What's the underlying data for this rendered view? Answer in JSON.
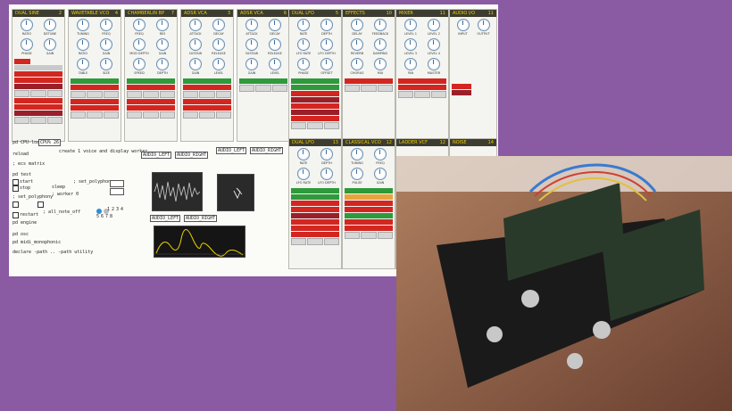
{
  "top_panels": [
    {
      "title": "DUAL SINE",
      "num": "2",
      "knobs": [
        "RATIO",
        "DETUNE",
        "PHASE",
        "GAIN"
      ]
    },
    {
      "title": "WAVETABLE VCO",
      "num": "4",
      "knobs": [
        "TUNING",
        "FREQ",
        "RATIO",
        "GAIN",
        "TABLE",
        "SIZE"
      ]
    },
    {
      "title": "CHAMBERLIN BP",
      "num": "7",
      "knobs": [
        "FREQ",
        "RES",
        "MOD DEPTH",
        "GAIN",
        "SPEED",
        "DEPTH"
      ]
    },
    {
      "title": "ADSR VCA",
      "num": "3",
      "knobs": [
        "ATTACK",
        "DECAY",
        "SUSTAIN",
        "RELEASE",
        "GAIN",
        "LEVEL"
      ]
    },
    {
      "title": "ADSR VCA",
      "num": "6",
      "knobs": [
        "ATTACK",
        "DECAY",
        "SUSTAIN",
        "RELEASE",
        "GAIN",
        "LEVEL"
      ]
    },
    {
      "title": "DUAL LFO",
      "num": "5",
      "knobs": [
        "RATE",
        "DEPTH",
        "LFO RATE",
        "LFO DEPTH",
        "PHASE",
        "OFFSET"
      ]
    },
    {
      "title": "EFFECTS",
      "num": "10",
      "knobs": [
        "DELAY",
        "FEEDBACK",
        "REVERB",
        "DAMPING",
        "CHORUS",
        "MIX"
      ]
    },
    {
      "title": "MIXER",
      "num": "11",
      "knobs": [
        "LEVEL 1",
        "LEVEL 2",
        "LEVEL 3",
        "LEVEL 4",
        "PAN",
        "MASTER"
      ]
    },
    {
      "title": "AUDIO I/O",
      "num": "11",
      "knobs": [
        "INPUT",
        "OUTPUT"
      ]
    }
  ],
  "bottom_panels": [
    {
      "title": "DUAL LFO",
      "num": "13",
      "knobs": [
        "RATE",
        "DEPTH",
        "LFO RATE",
        "LFO DEPTH"
      ]
    },
    {
      "title": "CLASSICAL VCO",
      "num": "12",
      "knobs": [
        "TUNING",
        "FREQ",
        "PULSE",
        "GAIN"
      ]
    },
    {
      "title": "LADDER VCF",
      "num": "12",
      "knobs": []
    },
    {
      "title": "NOISE",
      "num": "14",
      "knobs": []
    }
  ],
  "patch": {
    "cpu_load": "pd CPU-load",
    "cpu_value": "CPU% 26",
    "reload": "reload",
    "ecs_matrix": "; ecs matrix",
    "test": "pd test",
    "start": "start",
    "stop": "stop",
    "set_polyphony": "; set_polyphony",
    "restart": "restart",
    "engine": "pd engine",
    "all_note_off": "; all_note_off",
    "osc": "pd osc",
    "midi": "pd midi_monophonic",
    "declare": "declare -path .. -path utility",
    "create_voice": "create 1 voice and display worker",
    "set_polyphony2": "; set_polyphony",
    "sleep": "sleep",
    "worker": "; worker 0",
    "audio_left": "AUDIO_LEFT",
    "audio_right": "AUDIO_RIGHT",
    "nums": [
      "1",
      "2",
      "3",
      "4",
      "5",
      "6",
      "7",
      "8"
    ]
  },
  "colors": {
    "background": "#8a5aa3",
    "panel_title_bg": "#3c3c30",
    "panel_title_fg": "#f0d000",
    "green": "#2e9a3b",
    "red": "#d42620"
  },
  "photo": {
    "icon": "hardware-synth-board-photo"
  }
}
